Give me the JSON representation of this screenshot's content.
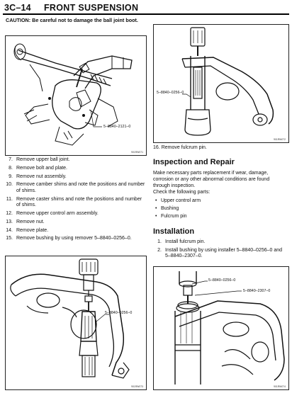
{
  "header": {
    "section_number": "3C–14",
    "section_title": "FRONT SUSPENSION"
  },
  "caution": {
    "label": "CAUTION:",
    "text": "Be careful not to damage the ball joint boot."
  },
  "figures": {
    "fig1": {
      "callout": "5–8840–2121–0",
      "code": "901RW071"
    },
    "fig2": {
      "callout": "5–8840–0256–0",
      "code": "901RW072"
    },
    "fig3": {
      "callout": "5–8840–0256–0",
      "code": "901RW073"
    },
    "fig4": {
      "callout_a": "5–8840–0256–0",
      "callout_b": "5–8840–2307–0",
      "code": "901RW074"
    }
  },
  "left_steps": [
    {
      "num": "7.",
      "text": "Remove upper ball joint."
    },
    {
      "num": "8.",
      "text": "Remove bolt and plate."
    },
    {
      "num": "9.",
      "text": "Remove nut assembly."
    },
    {
      "num": "10.",
      "text": "Remove camber shims and note the positions and number of shims."
    },
    {
      "num": "11.",
      "text": "Remove caster shims and note the positions and number of shims."
    },
    {
      "num": "12.",
      "text": "Remove upper control arm assembly."
    },
    {
      "num": "13.",
      "text": "Remove nut."
    },
    {
      "num": "14.",
      "text": "Remove plate."
    },
    {
      "num": "15.",
      "text": "Remove bushing by using remover 5–8840–0256–0."
    }
  ],
  "right_step16": {
    "num": "16.",
    "text": "Remove fulcrum pin."
  },
  "inspection": {
    "heading": "Inspection and Repair",
    "intro": "Make necessary parts replacement if wear, damage, corrosion or any other abnormal conditions are found through inspection.",
    "check_line": "Check the following parts:",
    "parts": [
      "Upper control arm",
      "Bushing",
      "Fulcrum pin"
    ]
  },
  "installation": {
    "heading": "Installation",
    "steps": [
      {
        "num": "1.",
        "text": "Install fulcrum pin."
      },
      {
        "num": "2.",
        "text": "Install bushing by using installer 5–8840–0256–0 and 5–8840–2307–0."
      }
    ]
  }
}
